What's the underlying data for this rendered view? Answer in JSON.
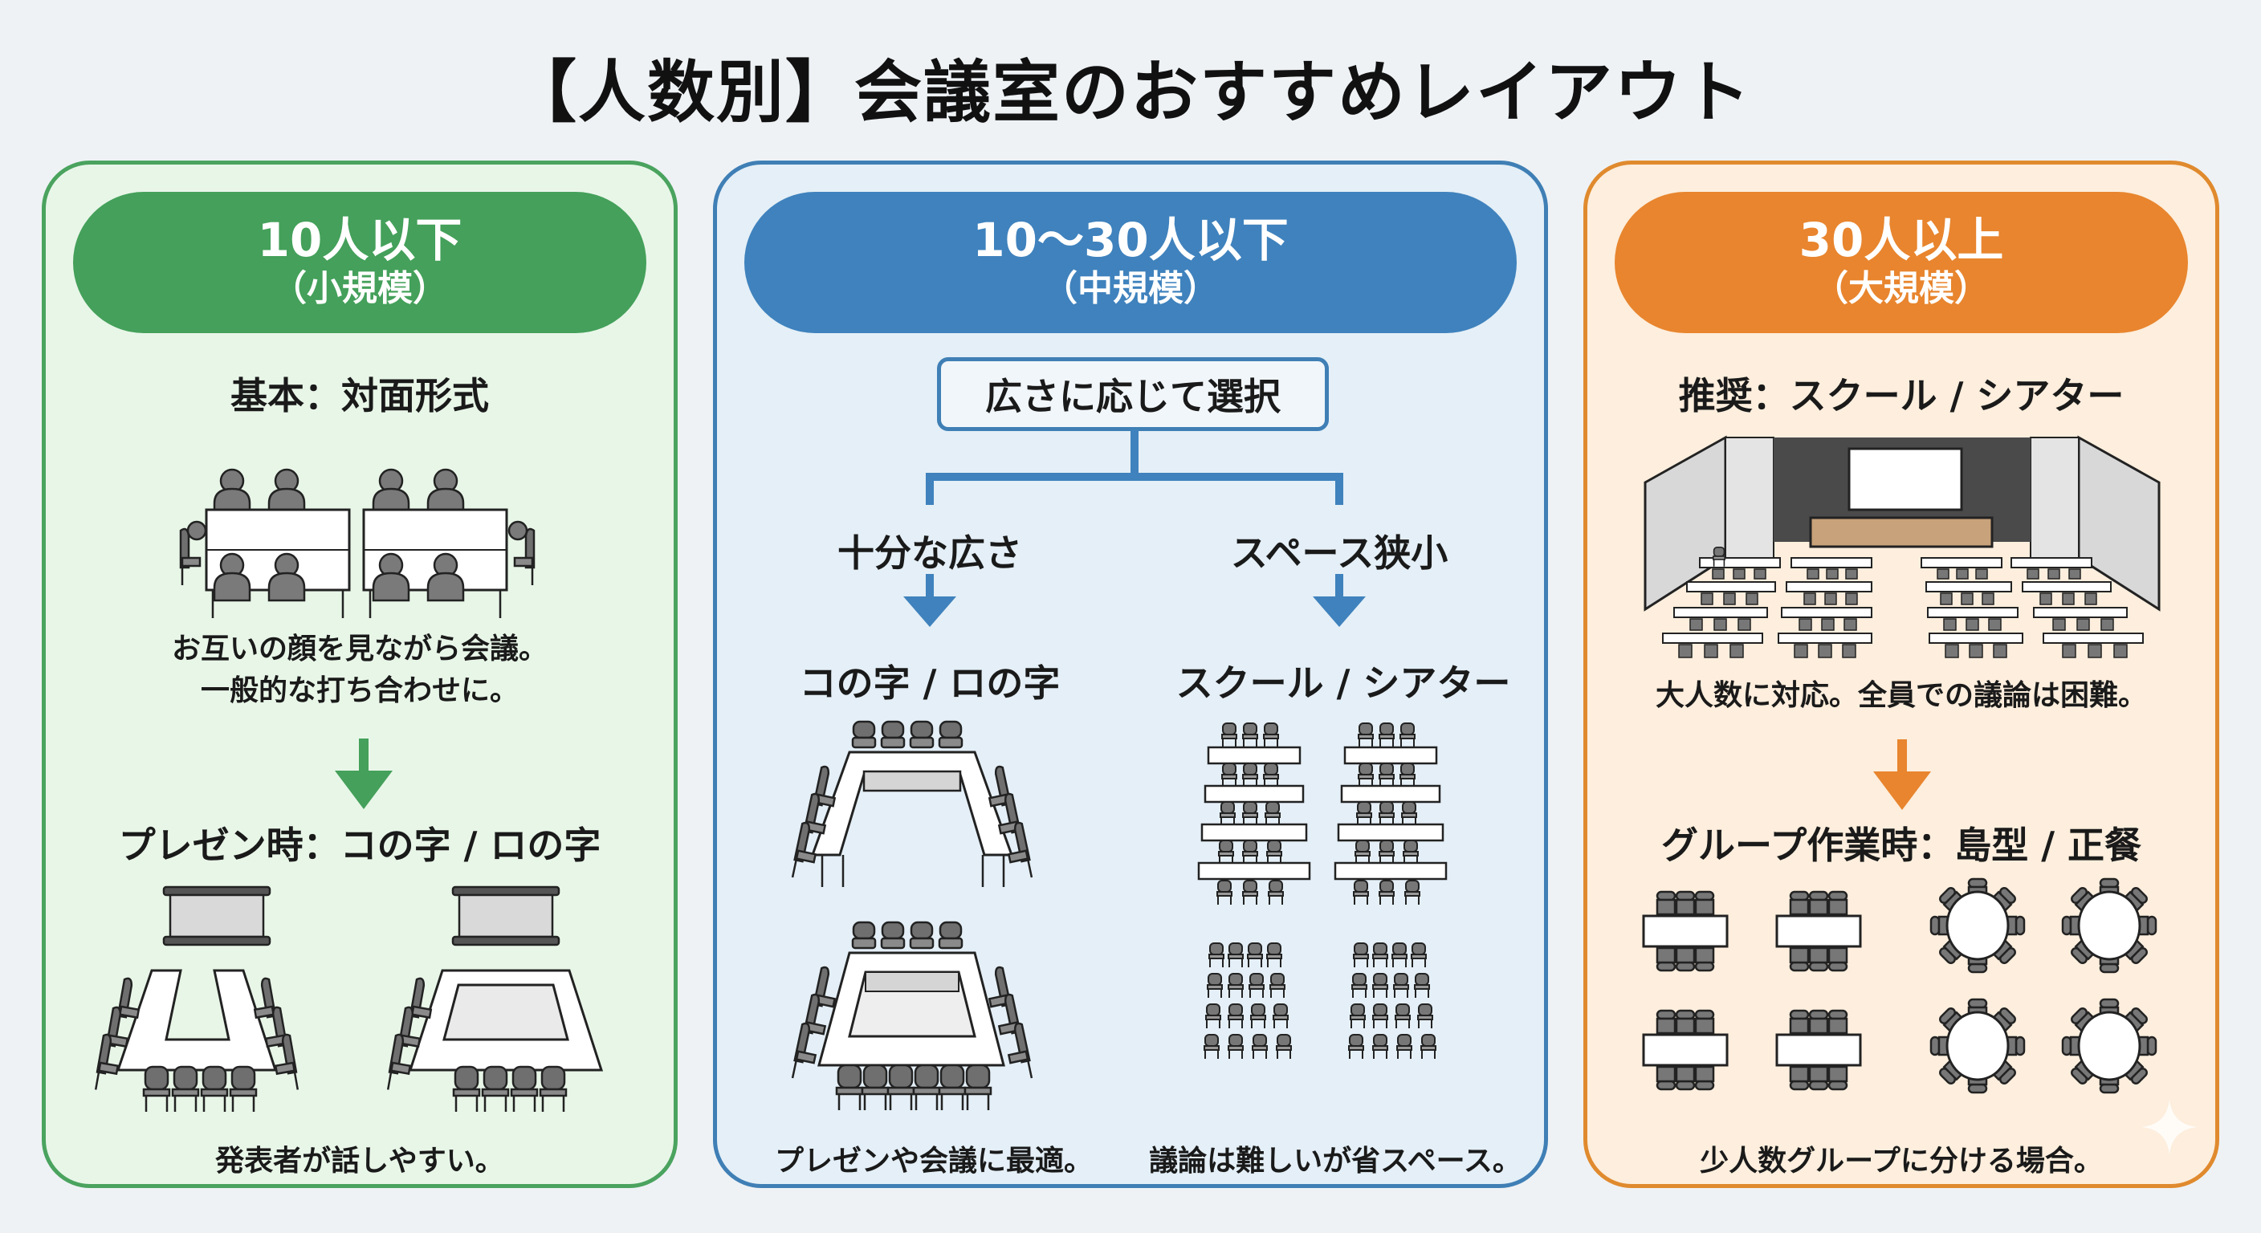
{
  "title": "【人数別】会議室のおすすめレイアウト",
  "colors": {
    "green": "#44a05a",
    "blue": "#3f82bd",
    "orange": "#e8852e",
    "background": "#eef2f5"
  },
  "panels": {
    "small": {
      "header_line1": "10人以下",
      "header_line2": "（小規模）",
      "basic_heading": "基本：対面形式",
      "basic_icon": "face-to-face-tables-icon",
      "basic_desc_line1": "お互いの顔を見ながら会議。",
      "basic_desc_line2": "一般的な打ち合わせに。",
      "arrow_icon": "arrow-down-icon",
      "present_heading": "プレゼン時：コの字 / ロの字",
      "present_icons": [
        "u-shape-layout-icon",
        "hollow-square-layout-icon"
      ],
      "present_desc": "発表者が話しやすい。"
    },
    "medium": {
      "header_line1": "10〜30人以下",
      "header_line2": "（中規模）",
      "decision_label": "広さに応じて選択",
      "branch_left_label": "十分な広さ",
      "branch_right_label": "スペース狭小",
      "left_heading": "コの字 / ロの字",
      "left_icons": [
        "u-shape-layout-icon",
        "hollow-square-layout-icon"
      ],
      "left_desc": "プレゼンや会議に最適。",
      "right_heading": "スクール / シアター",
      "right_icons": [
        "school-layout-icon",
        "theater-layout-icon"
      ],
      "right_desc": "議論は難しいが省スペース。"
    },
    "large": {
      "header_line1": "30人以上",
      "header_line2": "（大規模）",
      "recommend_heading": "推奨：スクール / シアター",
      "recommend_icon": "auditorium-school-layout-icon",
      "recommend_desc": "大人数に対応。全員での議論は困難。",
      "arrow_icon": "arrow-down-icon",
      "group_heading": "グループ作業時：島型 / 正餐",
      "group_icons": [
        "island-table-icon",
        "round-banquet-table-icon"
      ],
      "group_desc": "少人数グループに分ける場合。"
    }
  }
}
